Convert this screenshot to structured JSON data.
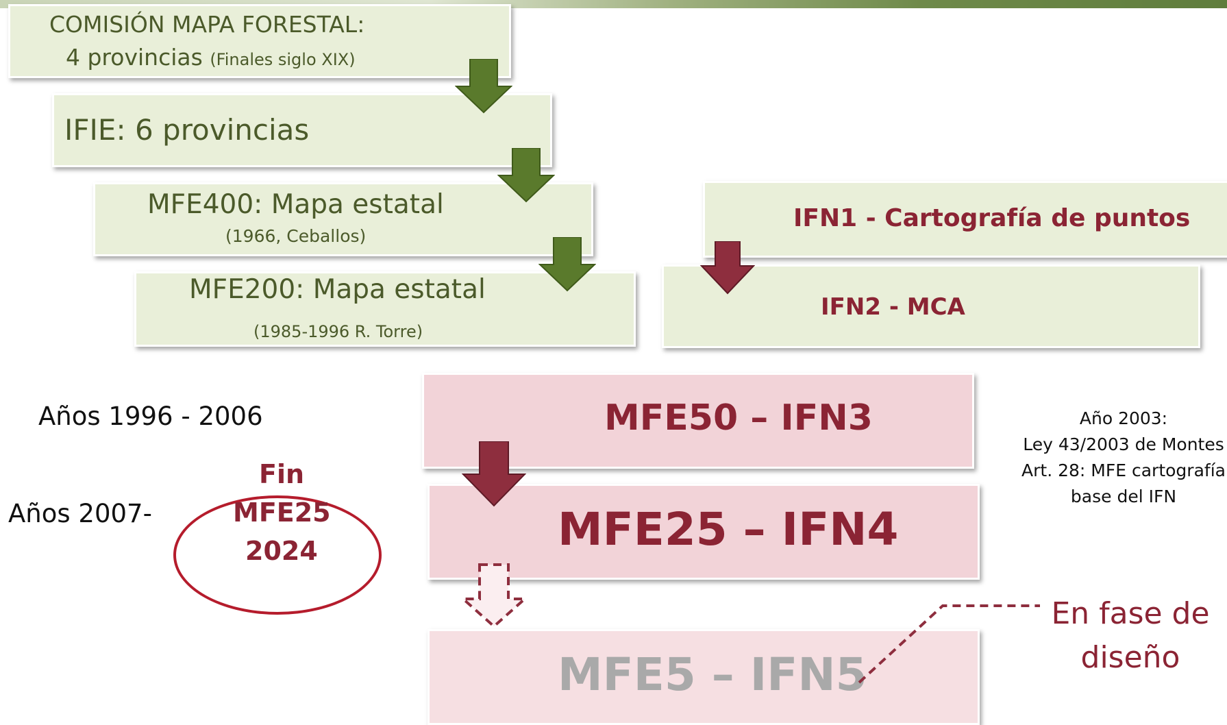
{
  "boxes": {
    "comision": {
      "line1": "COMISIÓN MAPA FORESTAL:",
      "line2_main": "4 provincias",
      "line2_small": "(Finales siglo XIX)"
    },
    "ifie": {
      "label": "IFIE: 6 provincias"
    },
    "mfe400": {
      "title": "MFE400: Mapa estatal",
      "subtitle": "(1966, Ceballos)"
    },
    "mfe200": {
      "title": "MFE200: Mapa estatal",
      "subtitle": "(1985-1996 R. Torre)"
    },
    "ifn1": {
      "label": "IFN1 - Cartografía de puntos"
    },
    "ifn2": {
      "label": "IFN2 - MCA"
    },
    "mfe50": {
      "label": "MFE50 – IFN3"
    },
    "mfe25": {
      "label": "MFE25 – IFN4"
    },
    "mfe5": {
      "label": "MFE5 – IFN5"
    }
  },
  "periods": {
    "p1": "Años 1996 - 2006",
    "p2": "Años 2007-"
  },
  "circle": {
    "line1": "Fin",
    "line2": "MFE25",
    "line3": "2024"
  },
  "law_note": {
    "line1": "Año 2003:",
    "line2": "Ley 43/2003 de Montes",
    "line3": "Art. 28: MFE cartografía",
    "line4": "base del IFN"
  },
  "design_note": {
    "line1": "En fase de",
    "line2": "diseño"
  },
  "colors": {
    "green_box": "#e9efd9",
    "green_arrow": "#5a7a2c",
    "pink_box": "#f2d3d8",
    "maroon": "#8b2434",
    "olive_text": "#4b5a2a",
    "circle_red": "#b51c2c",
    "faded_text": "#a9a9a9"
  }
}
